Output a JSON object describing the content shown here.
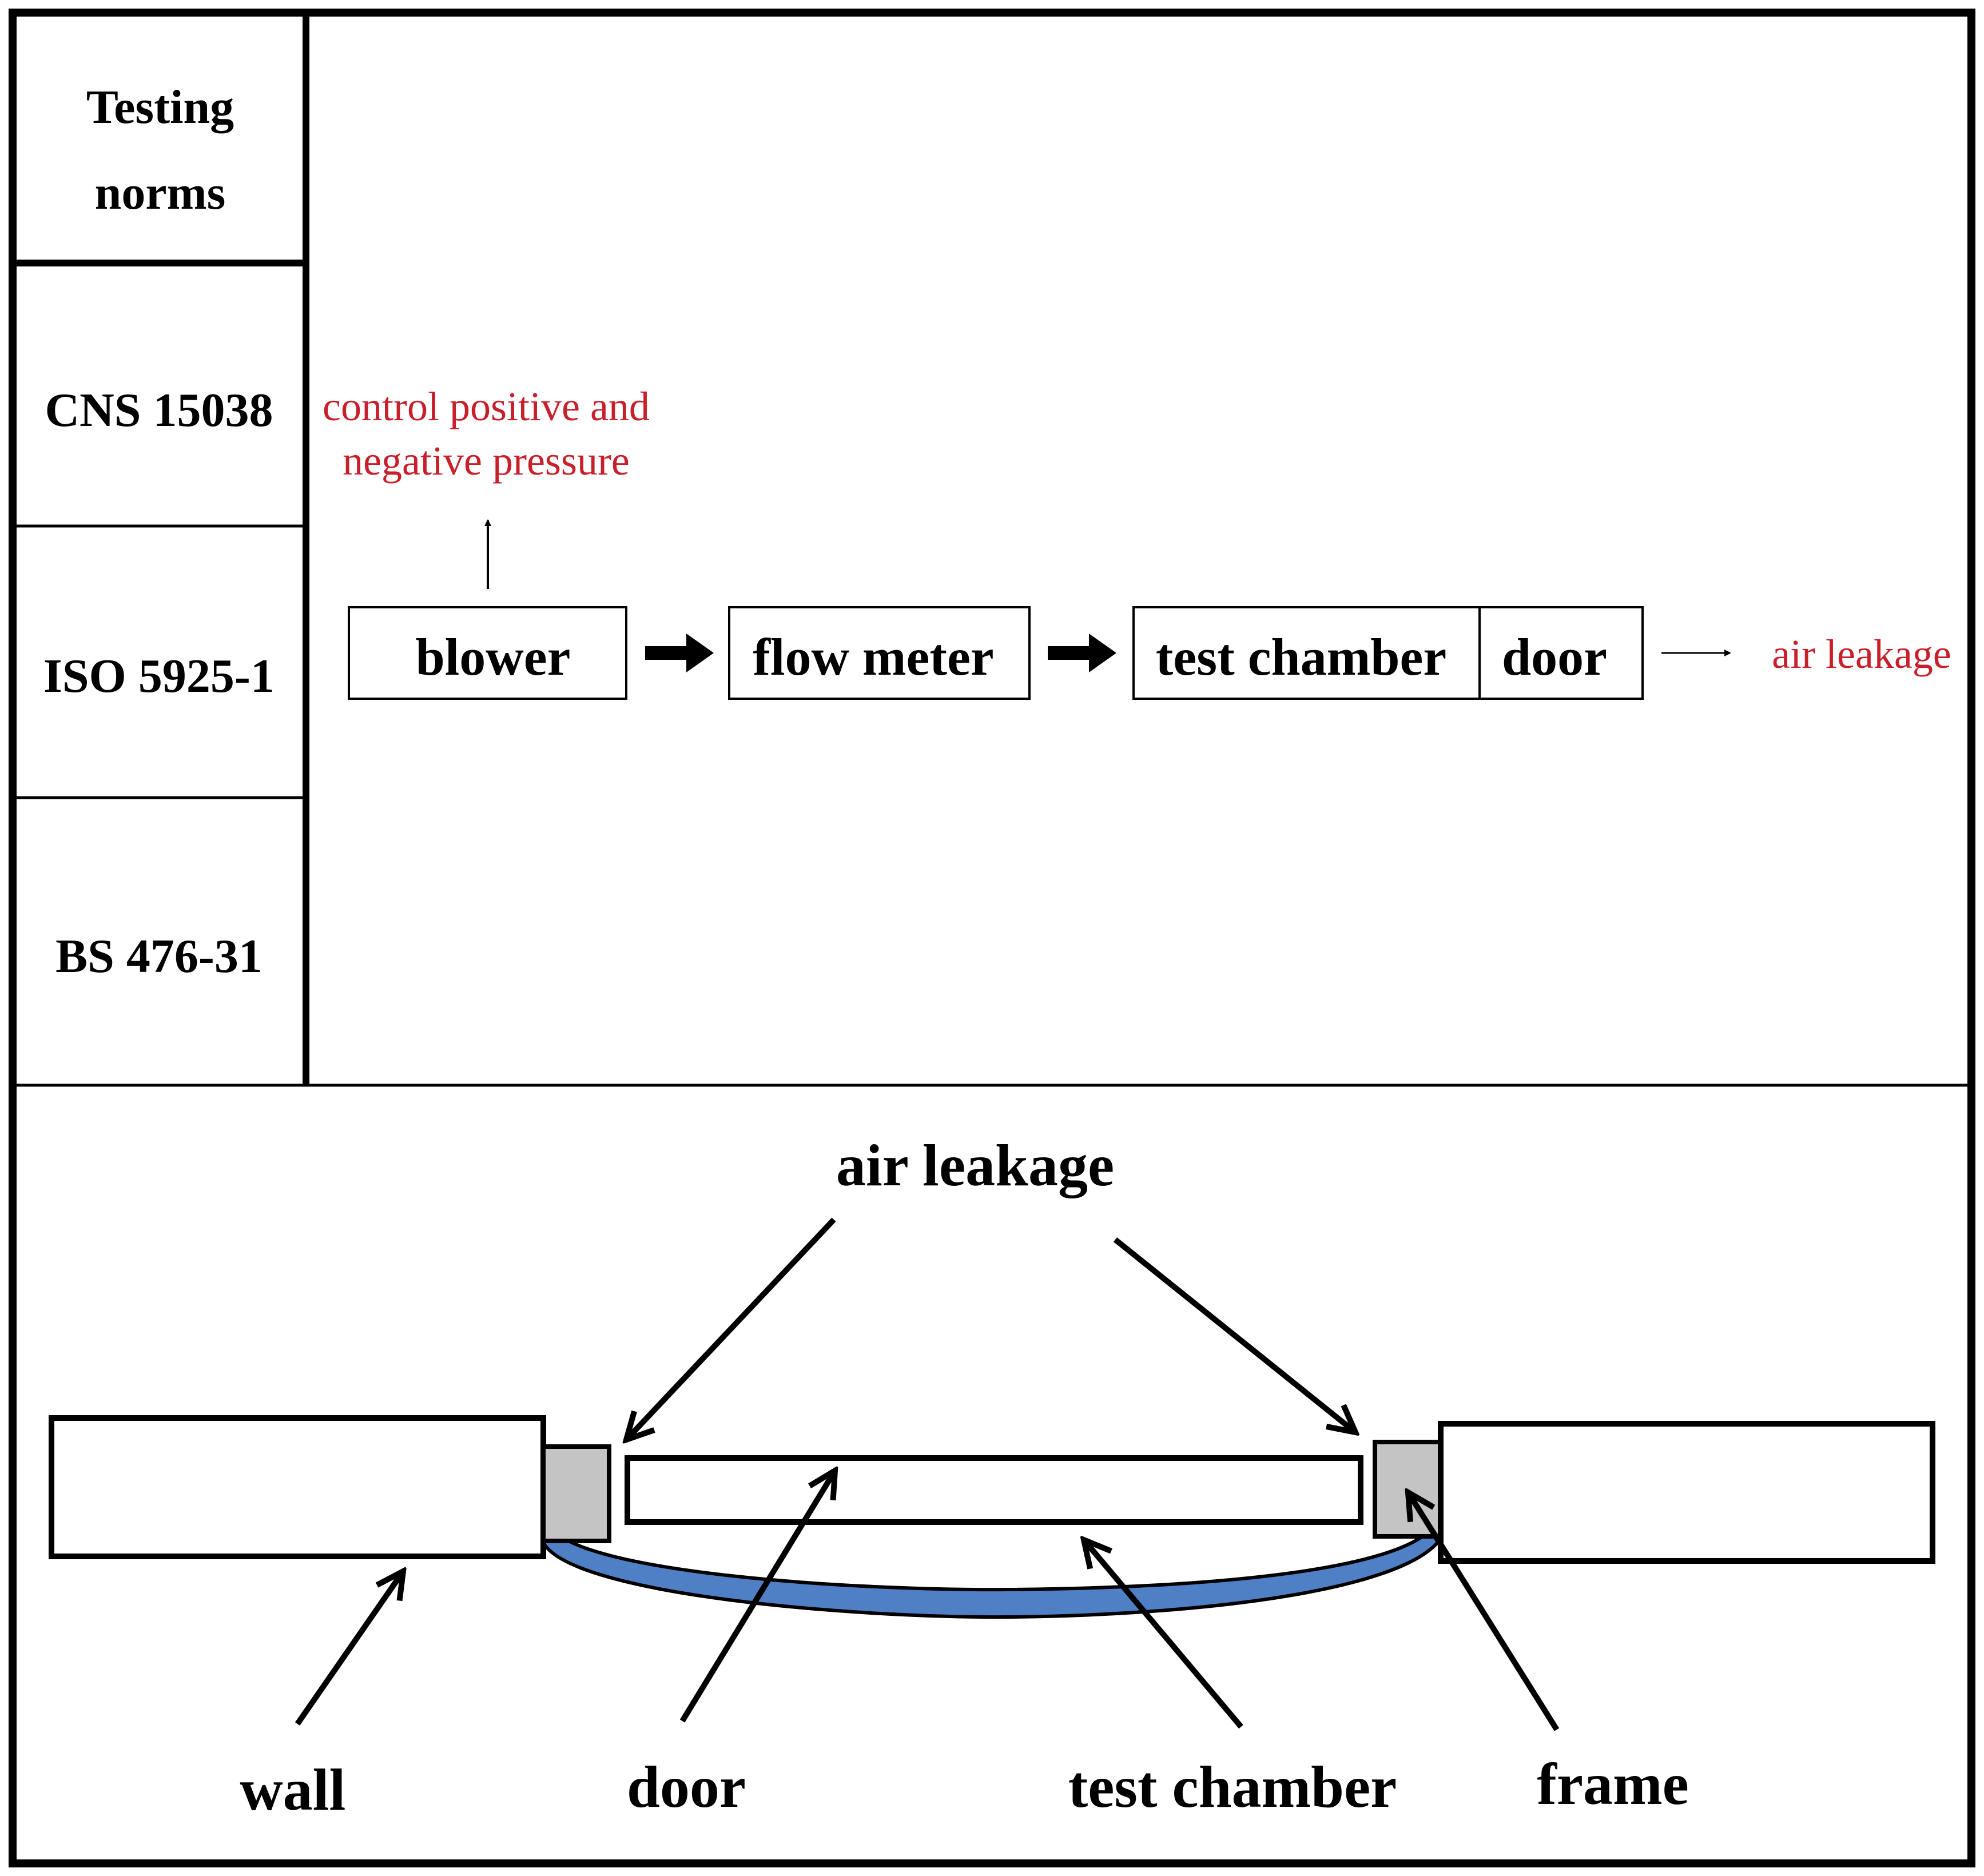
{
  "table": {
    "header": [
      "Testing",
      "norms"
    ],
    "norms": [
      "CNS 15038",
      "ISO 5925-1",
      "BS 476-31"
    ]
  },
  "flow": {
    "control_note": [
      "control positive and",
      "negative pressure"
    ],
    "blower": "blower",
    "flow_meter": "flow meter",
    "test_chamber": "test chamber",
    "door": "door",
    "air_leakage": "air leakage"
  },
  "schematic": {
    "air_leakage": "air leakage",
    "wall": "wall",
    "door": "door",
    "test_chamber": "test chamber",
    "frame": "frame"
  },
  "colors": {
    "note_red": "#c8202b",
    "chamber_blue": "#4f7fc4",
    "frame_gray": "#c4c4c4"
  }
}
